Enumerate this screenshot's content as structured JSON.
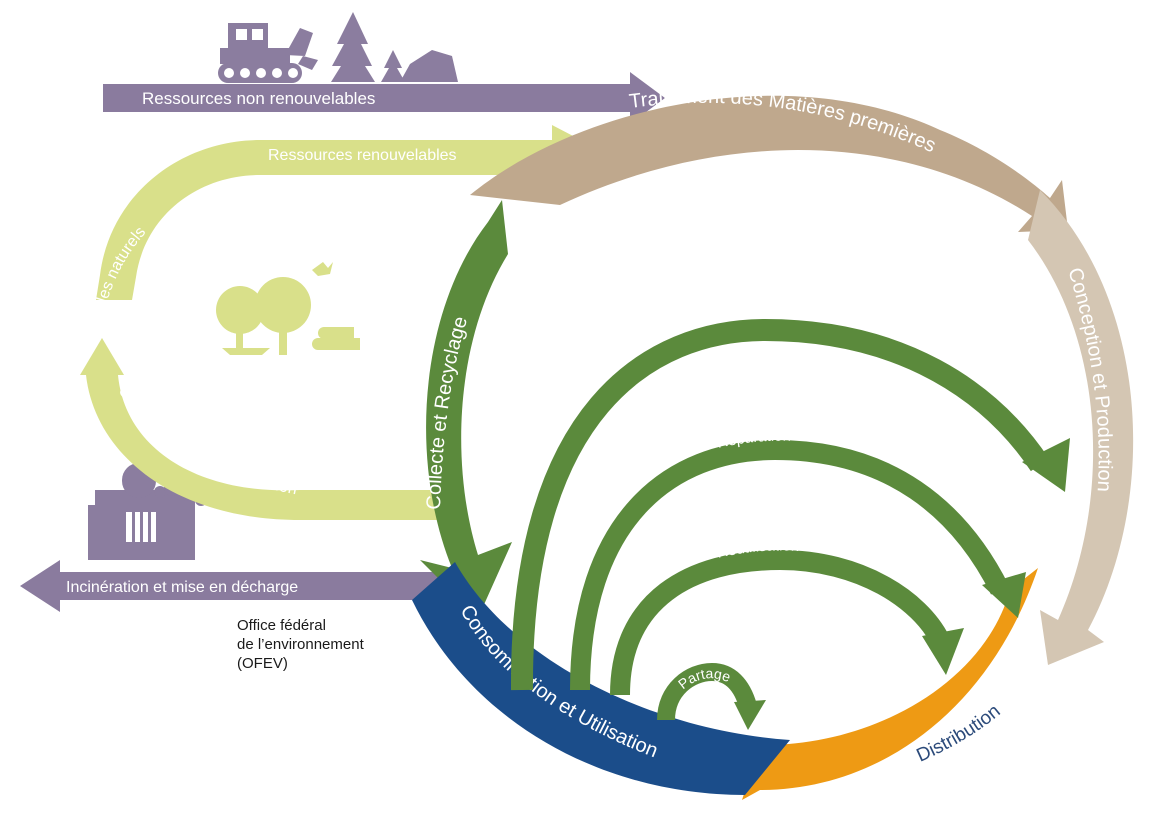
{
  "colors": {
    "purple": "#8a7b9e",
    "lime": "#d9e08a",
    "tan": "#bfa88d",
    "beige": "#d4c6b3",
    "green": "#5b8a3c",
    "blue": "#1b4d8a",
    "orange": "#ee9a14",
    "silhouette_purple": "#8b7d9f"
  },
  "icons": [
    "excavator-icon",
    "conifer-trees-icon",
    "logs-pile-icon",
    "deciduous-trees-icon",
    "bird-icon",
    "incinerator-factory-icon"
  ],
  "arrows": {
    "non_renewable": "Ressources non renouvelables",
    "renewable": "Ressources renouvelables",
    "natural_cycles": "Cycles naturels",
    "composting": "Compostage et méthanisation",
    "incineration": "Incinération et mise en décharge"
  },
  "cycle": {
    "raw_materials": "Traitement des Matières premières",
    "design_production": "Conception et Production",
    "distribution": "Distribution",
    "consumption": "Consommation et Utilisation",
    "collection": "Collecte et Recyclage"
  },
  "loops": {
    "renovation": "Rénovation",
    "repair": "Réparation",
    "reuse": "Réutilisation",
    "sharing": "Partage"
  },
  "caption": {
    "line1": "Office fédéral",
    "line2": "de l’environnement",
    "line3": "(OFEV)"
  }
}
